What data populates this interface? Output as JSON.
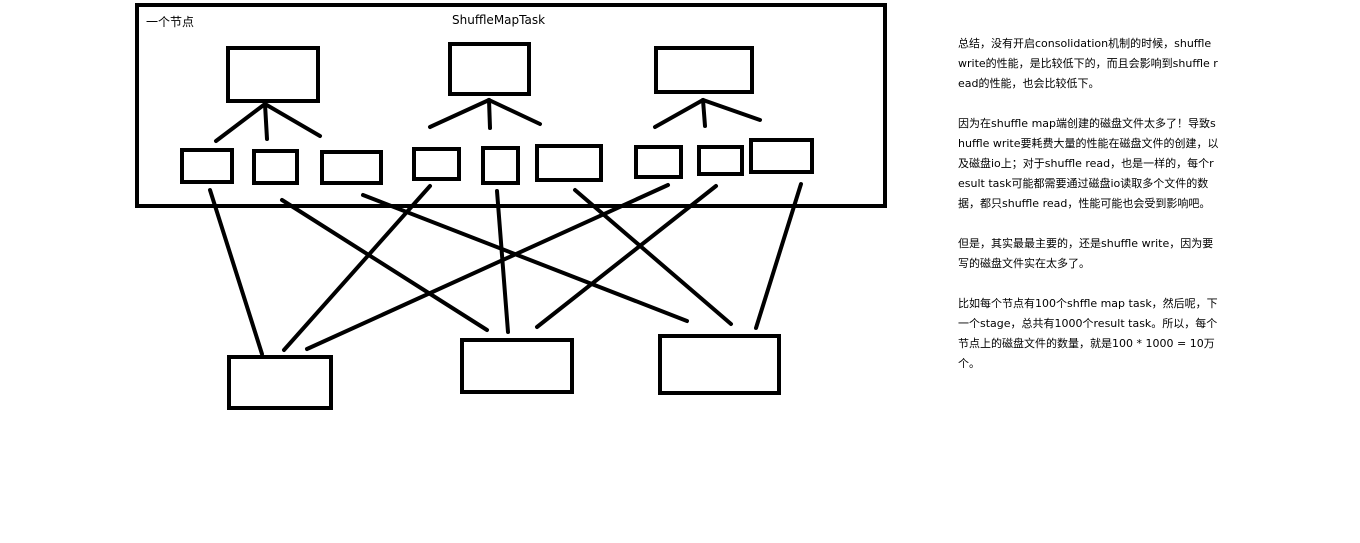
{
  "diagram": {
    "node_label": "一个节点",
    "task_label": "ShuffleMapTask"
  },
  "notes": {
    "paragraphs": [
      "总结，没有开启consolidation机制的时候，shuffle write的性能，是比较低下的，而且会影响到shuffle read的性能，也会比较低下。",
      "因为在shuffle map端创建的磁盘文件太多了！导致shuffle write要耗费大量的性能在磁盘文件的创建，以及磁盘io上；对于shuffle read，也是一样的，每个result task可能都需要通过磁盘io读取多个文件的数据，都只shuffle read，性能可能也会受到影响吧。",
      "但是，其实最最主要的，还是shuffle write，因为要写的磁盘文件实在太多了。",
      "比如每个节点有100个shffle map task，然后呢，下一个stage，总共有1000个result task。所以，每个节点上的磁盘文件的数量，就是100 * 1000 = 10万个。"
    ]
  },
  "colors": {
    "stroke": "#000000",
    "background": "#ffffff"
  }
}
